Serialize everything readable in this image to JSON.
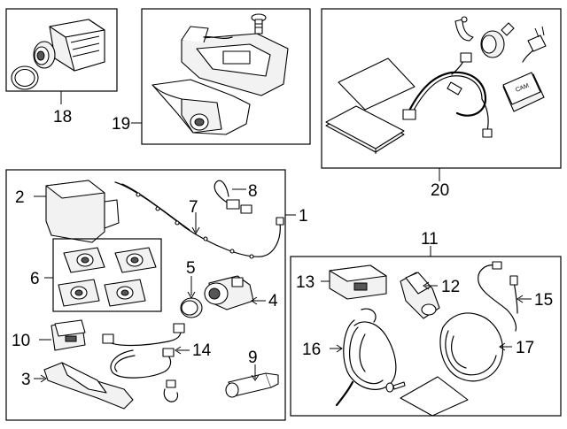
{
  "callouts": [
    {
      "id": "1",
      "label": "1"
    },
    {
      "id": "2",
      "label": "2"
    },
    {
      "id": "3",
      "label": "3"
    },
    {
      "id": "4",
      "label": "4"
    },
    {
      "id": "5",
      "label": "5"
    },
    {
      "id": "6",
      "label": "6"
    },
    {
      "id": "7",
      "label": "7"
    },
    {
      "id": "8",
      "label": "8"
    },
    {
      "id": "9",
      "label": "9"
    },
    {
      "id": "10",
      "label": "10"
    },
    {
      "id": "11",
      "label": "11"
    },
    {
      "id": "12",
      "label": "12"
    },
    {
      "id": "13",
      "label": "13"
    },
    {
      "id": "14",
      "label": "14"
    },
    {
      "id": "15",
      "label": "15"
    },
    {
      "id": "16",
      "label": "16"
    },
    {
      "id": "17",
      "label": "17"
    },
    {
      "id": "18",
      "label": "18"
    },
    {
      "id": "19",
      "label": "19"
    },
    {
      "id": "20",
      "label": "20"
    }
  ],
  "cam_module_text": "CAM"
}
